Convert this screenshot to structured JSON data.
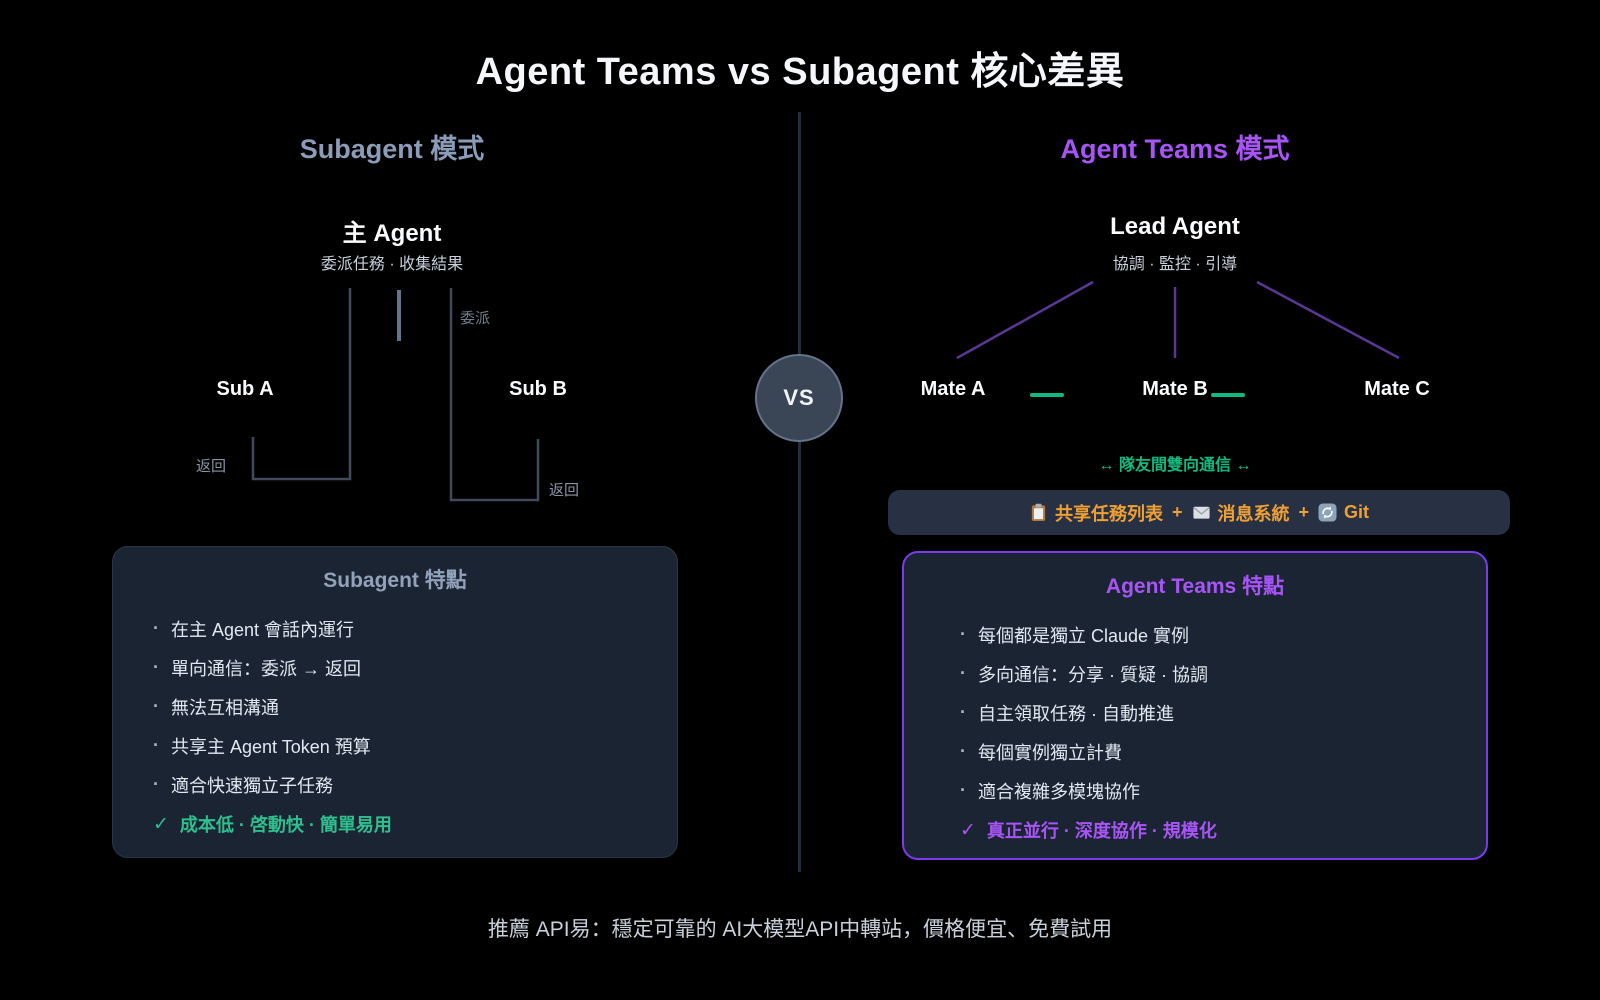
{
  "title": "Agent Teams vs Subagent 核心差異",
  "vs_label": "VS",
  "colors": {
    "accent_purple": "#a855f7",
    "purple_border": "#7c3aed",
    "accent_green": "#10b981",
    "accent_orange": "#efa032",
    "slate_header": "#8b9cb8",
    "box_bg": "#1b2432"
  },
  "subagent": {
    "header": "Subagent 模式",
    "root": {
      "name": "主 Agent",
      "subtitle": "委派任務 · 收集結果"
    },
    "delegate_label": "委派",
    "return_label_a": "返回",
    "return_label_b": "返回",
    "sub_a": "Sub A",
    "sub_b": "Sub B",
    "features": {
      "title": "Subagent 特點",
      "bullet_char": "·",
      "bullets": [
        "在主 Agent 會話內運行",
        "單向通信：委派 → 返回",
        "無法互相溝通",
        "共享主 Agent Token 預算",
        "適合快速獨立子任務"
      ],
      "check": "✓",
      "highlight": "成本低 · 啓動快 · 簡單易用"
    }
  },
  "agent_teams": {
    "header": "Agent Teams 模式",
    "root": {
      "name": "Lead Agent",
      "subtitle": "協調 · 監控 · 引導"
    },
    "mates": [
      "Mate A",
      "Mate B",
      "Mate C"
    ],
    "comm_label": "↔ 隊友間雙向通信 ↔",
    "infra_bar": {
      "separator": "+",
      "items": [
        {
          "icon": "clipboard-icon",
          "label": "共享任務列表"
        },
        {
          "icon": "envelope-icon",
          "label": "消息系統"
        },
        {
          "icon": "git-sync-icon",
          "label": "Git"
        }
      ]
    },
    "features": {
      "title": "Agent Teams 特點",
      "bullet_char": "·",
      "bullets": [
        "每個都是獨立 Claude 實例",
        "多向通信：分享 · 質疑 · 協調",
        "自主領取任務 · 自動推進",
        "每個實例獨立計費",
        "適合複雜多模塊協作"
      ],
      "check": "✓",
      "highlight": "真正並行 · 深度協作 · 規模化"
    }
  },
  "footer": "推薦 API易：穩定可靠的 AI大模型API中轉站，價格便宜、免費試用"
}
